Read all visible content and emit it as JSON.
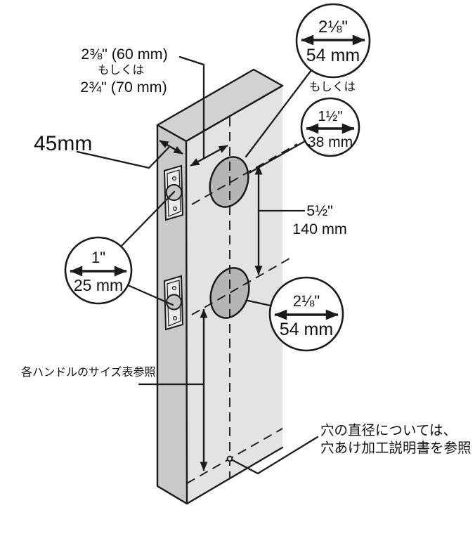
{
  "labels": {
    "backset_line1": "2⅜\" (60 mm)",
    "backset_or": "もしくは",
    "backset_line2": "2¾\" (70 mm)",
    "door_thickness": "45mm",
    "spacing_inches": "5½\"",
    "spacing_mm": "140 mm",
    "or_between_callouts": "もしくは",
    "note_handle_size": "各ハンドルのサイズ表参照",
    "note_hole_line1": "穴の直径については、",
    "note_hole_line2": "穴あけ加工説明書を参照"
  },
  "callouts": {
    "upper_bore_option1": {
      "inches": "2⅛\"",
      "mm": "54 mm"
    },
    "upper_bore_option2": {
      "inches": "1½\"",
      "mm": "38 mm"
    },
    "edge_bore": {
      "inches": "1\"",
      "mm": "25 mm"
    },
    "lower_bore": {
      "inches": "2⅛\"",
      "mm": "54 mm"
    }
  },
  "colors": {
    "outline": "#1a1a1a",
    "door_top_face": "#d2d2d2",
    "door_edge_face": "#c9c9c9",
    "door_front_face": "#e3e3e3",
    "bore_hole_fill": "#b5b5b5",
    "latch_plate_fill": "#eaeaea",
    "latch_bore_fill": "#c6c6c6",
    "background": "#ffffff"
  }
}
